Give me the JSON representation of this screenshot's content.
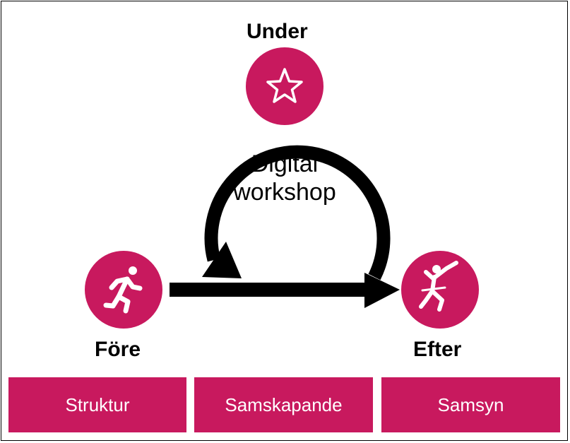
{
  "colors": {
    "accent": "#C8195E",
    "arrow": "#000000"
  },
  "stages": {
    "under": {
      "label": "Under",
      "icon": "star-icon"
    },
    "fore": {
      "label": "Före",
      "icon": "running-person-icon"
    },
    "efter": {
      "label": "Efter",
      "icon": "celebrating-person-icon"
    }
  },
  "center": {
    "line1": "Digital",
    "line2": "workshop"
  },
  "boxes": [
    "Struktur",
    "Samskapande",
    "Samsyn"
  ]
}
